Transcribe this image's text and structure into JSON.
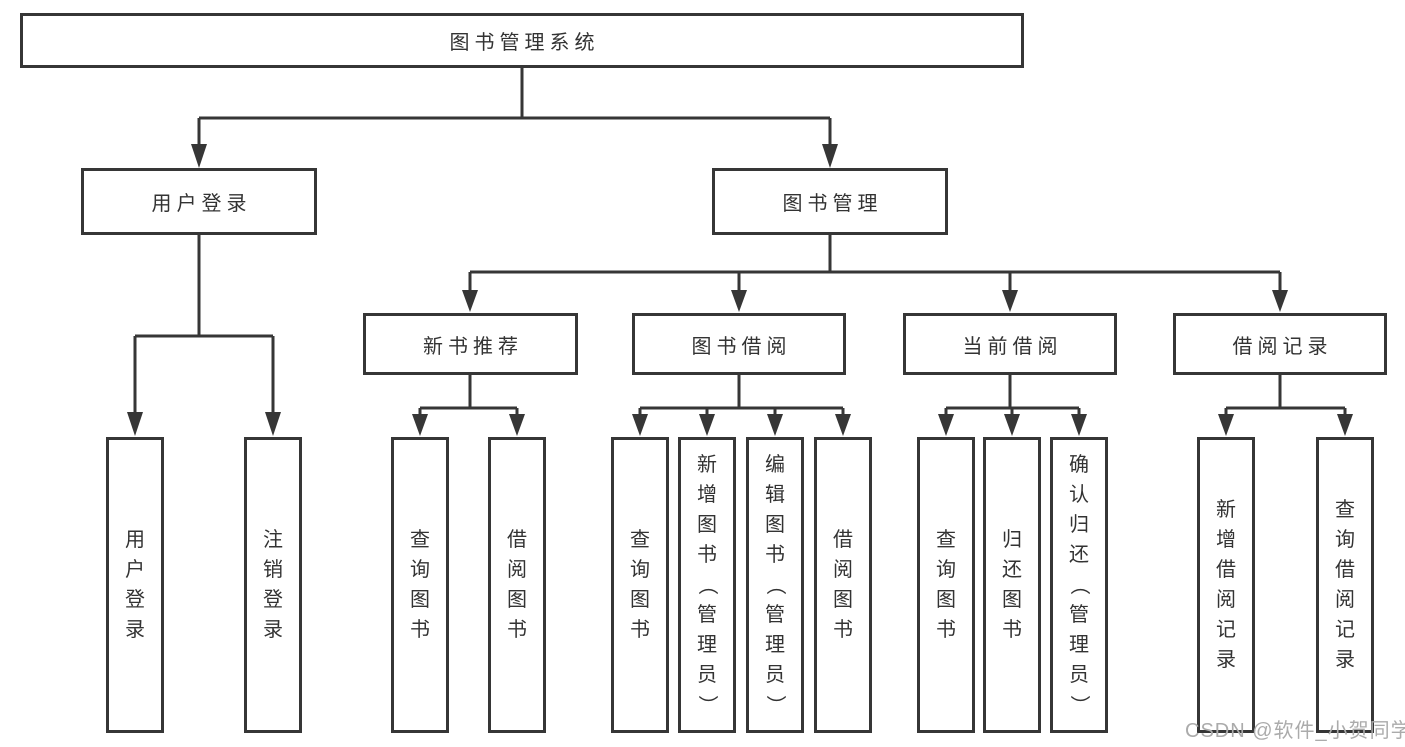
{
  "diagram_title": "图书管理系统",
  "colors": {
    "line": "#363636",
    "text": "#333333",
    "watermark": "#ababab"
  },
  "tree": {
    "root": "图书管理系统",
    "branches": [
      {
        "label": "用户登录",
        "children": [
          "用户登录",
          "注销登录"
        ]
      },
      {
        "label": "图书管理",
        "subgroups": [
          {
            "label": "新书推荐",
            "children": [
              "查询图书",
              "借阅图书"
            ]
          },
          {
            "label": "图书借阅",
            "children": [
              "查询图书",
              "新增图书（管理员）",
              "编辑图书（管理员）",
              "借阅图书"
            ]
          },
          {
            "label": "当前借阅",
            "children": [
              "查询图书",
              "归还图书",
              "确认归还（管理员）"
            ]
          },
          {
            "label": "借阅记录",
            "children": [
              "新增借阅记录",
              "查询借阅记录"
            ]
          }
        ]
      }
    ]
  },
  "watermark": "CSDN @软件_小贺同学"
}
